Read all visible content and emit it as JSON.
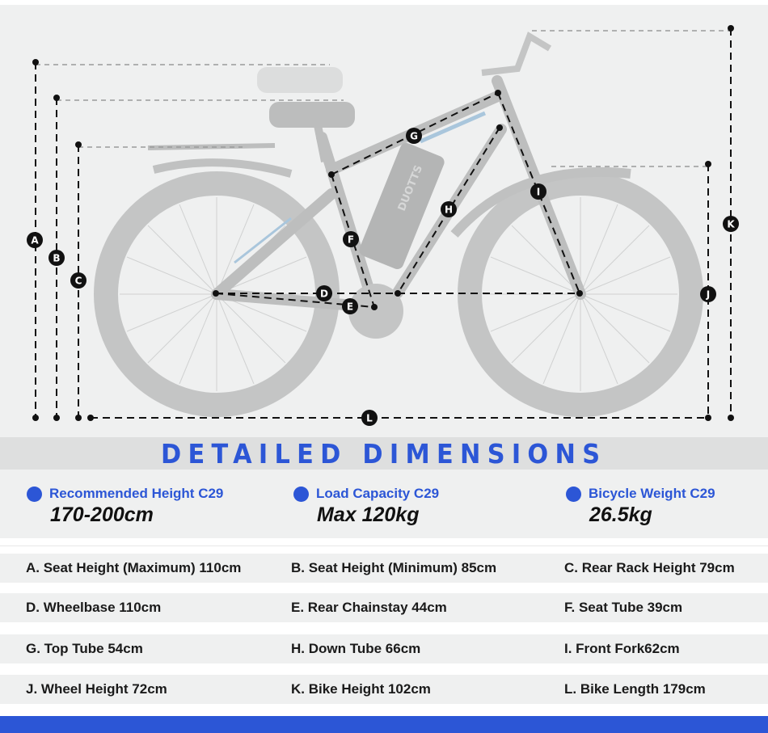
{
  "diagram": {
    "battery_brand": "DUOTTS",
    "markers": [
      "A",
      "B",
      "C",
      "D",
      "E",
      "F",
      "G",
      "H",
      "I",
      "J",
      "K",
      "L"
    ]
  },
  "title": "DETAILED DIMENSIONS",
  "info": [
    {
      "label": "Recommended Height C29",
      "value": "170-200cm"
    },
    {
      "label": "Load Capacity C29",
      "value": "Max 120kg"
    },
    {
      "label": "Bicycle Weight C29",
      "value": "26.5kg"
    }
  ],
  "specs": [
    [
      "A. Seat Height (Maximum) 110cm",
      "B. Seat Height (Minimum) 85cm",
      "C. Rear Rack Height 79cm"
    ],
    [
      "D. Wheelbase 110cm",
      "E. Rear Chainstay 44cm",
      "F. Seat Tube 39cm"
    ],
    [
      "G. Top Tube 54cm",
      "H. Down Tube 66cm",
      "I. Front Fork62cm"
    ],
    [
      "J. Wheel Height 72cm",
      "K. Bike Height 102cm",
      "L. Bike Length 179cm"
    ]
  ],
  "colors": {
    "accent": "#2c56d6",
    "band": "#dedfdf",
    "panel": "#eff0f0"
  }
}
